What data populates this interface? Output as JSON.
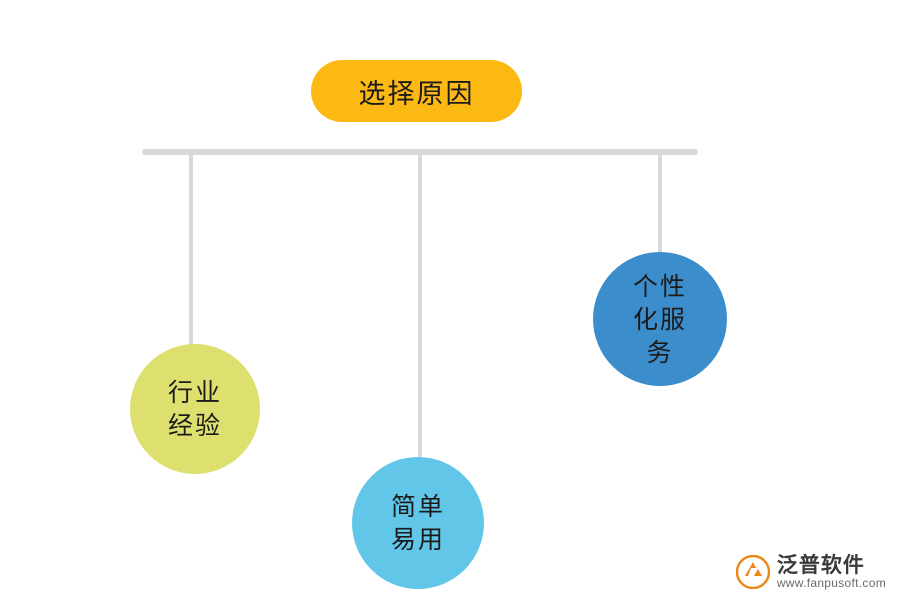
{
  "diagram": {
    "title": "选择原因",
    "type": "hanging-bus-diagram",
    "nodes": [
      {
        "id": "node-1",
        "lines": [
          "行业",
          "经验"
        ],
        "color": "#DDE06E"
      },
      {
        "id": "node-2",
        "lines": [
          "简单",
          "易用"
        ],
        "color": "#62C6E8"
      },
      {
        "id": "node-3",
        "lines": [
          "个性",
          "化服",
          "务"
        ],
        "color": "#3C8DCB"
      }
    ],
    "title_color": "#FDB913",
    "line_color": "#D9D9D9"
  },
  "watermark": {
    "brand": "泛普软件",
    "url": "www.fanpusoft.com",
    "logo_color": "#F08519"
  }
}
